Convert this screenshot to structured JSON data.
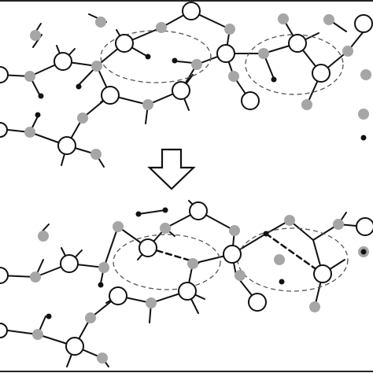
{
  "figure": {
    "panels": [
      "top-structure",
      "bottom-structure"
    ],
    "transition": "down-arrow",
    "node_colors": {
      "open_atom": "#ffffff",
      "gray_atom": "#a6a6a6",
      "black_atom": "#111111",
      "bond": "#111111",
      "ellipse": "#555555",
      "frame": "#222222"
    },
    "annotations": {
      "top_panel_highlighted_regions": 2,
      "bottom_panel_highlighted_regions": 2,
      "bottom_panel_new_bonds_dashed": 2
    }
  }
}
